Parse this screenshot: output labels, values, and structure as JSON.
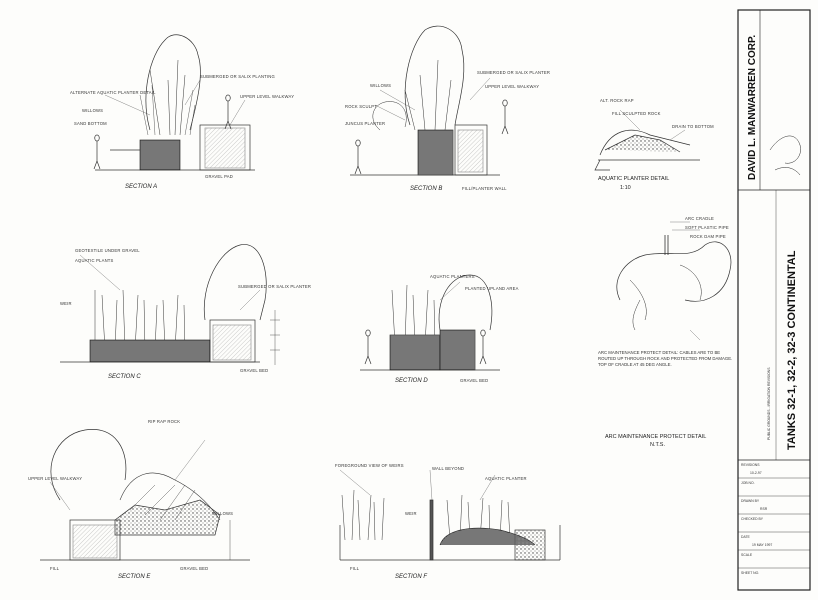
{
  "title_block": {
    "firm": "DAVID L. MANWARREN CORP.",
    "project": "TANKS 32-1, 32-2, 32-3 CONTINENTAL",
    "subtitle": "PUBLIC GROUNDS - IRRIGATION REVISIONS",
    "fields": [
      {
        "label": "REVISIONS",
        "value": "10-2-97"
      },
      {
        "label": "JOB NO.",
        "value": ""
      },
      {
        "label": "DRAWN BY",
        "value": "RSR"
      },
      {
        "label": "CHECKED BY",
        "value": ""
      },
      {
        "label": "DATE",
        "value": "19 MAY 1997"
      },
      {
        "label": "SCALE",
        "value": ""
      },
      {
        "label": "SHEET NO.",
        "value": ""
      }
    ]
  },
  "sections": {
    "a": {
      "caption": "SECTION A",
      "labels": [
        "SUBMERGED OR SALIX PLANTING",
        "UPPER LEVEL WALKWAY",
        "WILLOWS",
        "ALTERNATE AQUATIC PLANTER DETAIL",
        "SAND BOTTOM",
        "GRAVEL PAD"
      ]
    },
    "b": {
      "caption": "SECTION B",
      "labels": [
        "WILLOWS",
        "SUBMERGED OR SALIX PLANTER",
        "UPPER LEVEL WALKWAY",
        "ROCK SCULPT",
        "JUNCUS PLANTER",
        "FILL/PLANTER WALL"
      ]
    },
    "c": {
      "caption": "SECTION C",
      "labels": [
        "GEOTEXTILE UNDER GRAVEL",
        "AQUATIC PLANTS",
        "SUBMERGED OR SALIX PLANTER",
        "WEIR",
        "GRAVEL BED"
      ]
    },
    "d": {
      "caption": "SECTION D",
      "labels": [
        "AQUATIC PLANTERS",
        "PLANTED UPLAND AREA",
        "GRAVEL BED"
      ]
    },
    "e": {
      "caption": "SECTION E",
      "labels": [
        "UPPER LEVEL WALKWAY",
        "RIP RAP ROCK",
        "FILL",
        "GRAVEL BED",
        "WILLOWS"
      ]
    },
    "f": {
      "caption": "SECTION F",
      "labels": [
        "FOREGROUND VIEW OF WEIRS",
        "WALL BEYOND",
        "AQUATIC PLANTER",
        "WEIR",
        "FILL"
      ]
    },
    "g": {
      "caption": "AQUATIC PLANTER DETAIL",
      "scale": "1:10",
      "labels": [
        "ALT. ROCK RAP",
        "FILL SCULPTED ROCK",
        "DRAIN TO BOTTOM"
      ]
    },
    "h": {
      "caption": "ARC MAINTENANCE PROTECT DETAIL",
      "scale": "N.T.S.",
      "labels": [
        "ARC CRADLE",
        "SOFT PLASTIC PIPE",
        "ROCK DAM PIPE"
      ],
      "notes": "ARC MAINTENANCE PROTECT DETAIL: CABLES ARE TO BE ROUTED UP THROUGH ROCK AND PROTECTED FROM DAMAGE. TOP OF CRADLE AT 45 DEG ANGLE."
    }
  }
}
